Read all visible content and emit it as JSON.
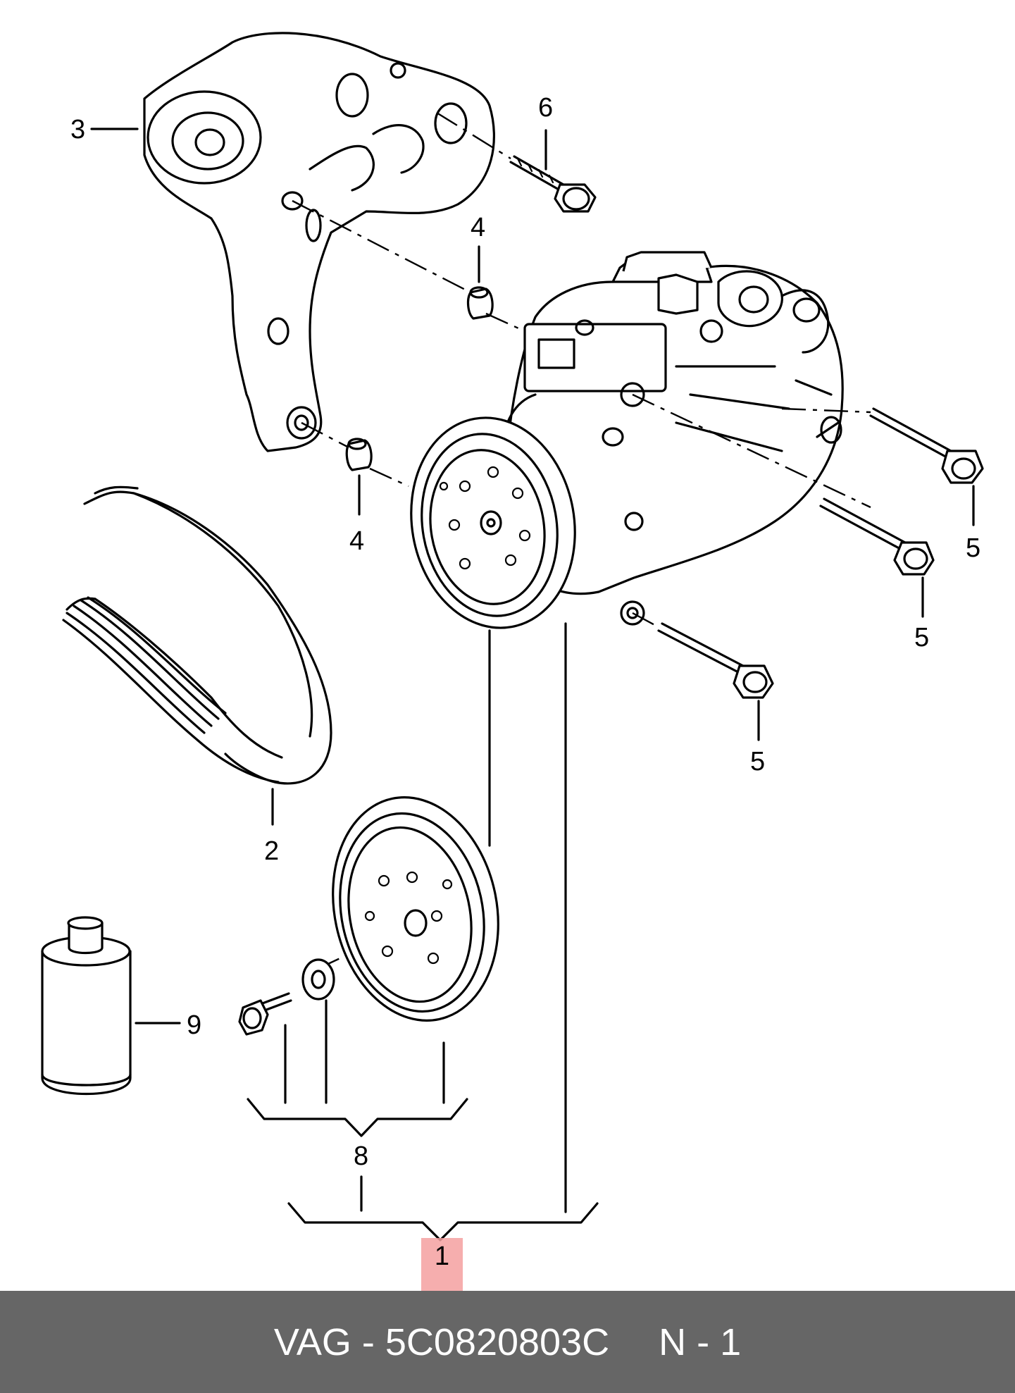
{
  "footer": {
    "brand": "VAG",
    "dash": "-",
    "part_number": "5C0820803C",
    "position_prefix": "N",
    "position_number": "1"
  },
  "callouts": {
    "c1": "1",
    "c2": "2",
    "c3": "3",
    "c4a": "4",
    "c4b": "4",
    "c5a": "5",
    "c5b": "5",
    "c5c": "5",
    "c6": "6",
    "c8": "8",
    "c9": "9"
  },
  "colors": {
    "footer_bg": "#666666",
    "footer_text": "#ffffff",
    "highlight": "#f4a0a0"
  }
}
